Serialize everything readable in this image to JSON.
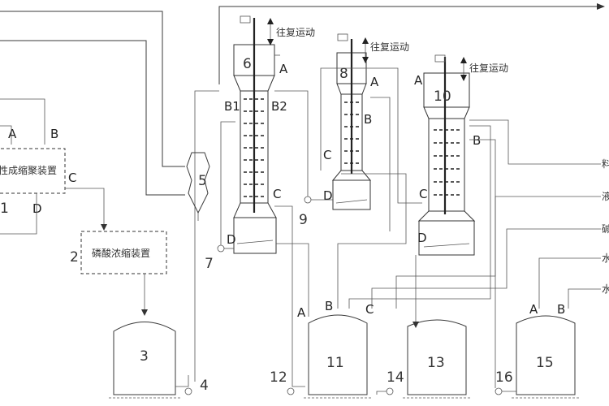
{
  "labels": {
    "unit1_name": "性成缩聚装置",
    "unit2_name": "磷酸浓缩装置",
    "reciprocate_6": "往复运动",
    "reciprocate_8": "往复运动",
    "reciprocate_10": "往复运动",
    "right_inlet_1": "料",
    "right_inlet_2": "液",
    "right_inlet_3": "碱",
    "right_inlet_4": "水",
    "right_inlet_5": "水"
  },
  "numbers": {
    "n1": "1",
    "n2": "2",
    "n3": "3",
    "n4": "4",
    "n5": "5",
    "n6": "6",
    "n7": "7",
    "n8": "8",
    "n9": "9",
    "n10": "10",
    "n11": "11",
    "n12": "12",
    "n13": "13",
    "n14": "14",
    "n15": "15",
    "n16": "16"
  },
  "ports": {
    "A": "A",
    "B": "B",
    "C": "C",
    "D": "D",
    "B1": "B1",
    "B2": "B2"
  }
}
